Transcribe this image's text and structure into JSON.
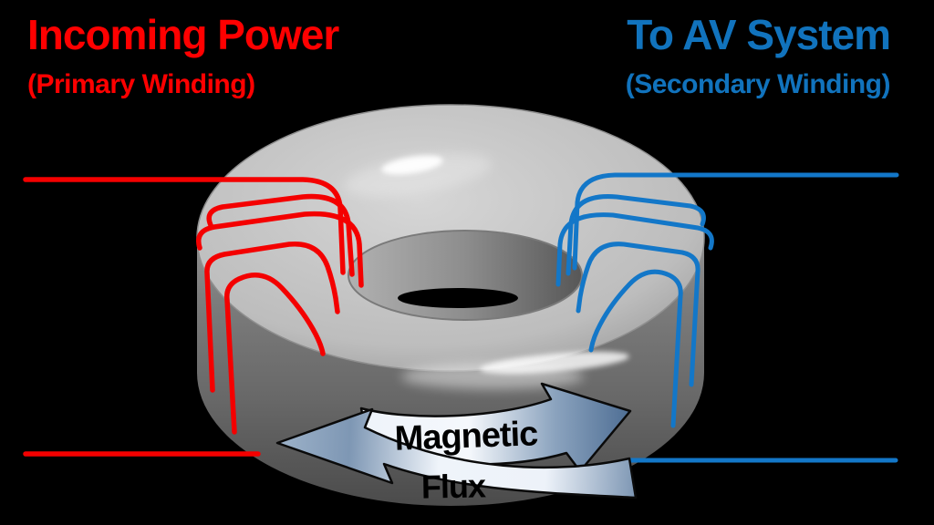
{
  "title": "Toroidal isolation transformer diagram",
  "colors": {
    "background": "#000000",
    "primary": "#f40000",
    "primaryText": "#ff0000",
    "secondary": "#1377c8",
    "secondaryText": "#1173bd",
    "fluxText": "#000000",
    "outline": "#0a0a0a",
    "arrowLight": "#eef3fa",
    "arrowMid": "#8ba3be",
    "arrowDark": "#4e6e94",
    "arrowDark2": "#7e97b4",
    "coreTop": "#c6c6c6",
    "coreWall": "#6f6f6f"
  },
  "primary_label": {
    "title": "Incoming Power",
    "subtitle": "(Primary Winding)"
  },
  "secondary_label": {
    "title": "To AV System",
    "subtitle": "(Secondary Winding)"
  },
  "flux_label": {
    "line1": "Magnetic",
    "line2": "Flux"
  }
}
